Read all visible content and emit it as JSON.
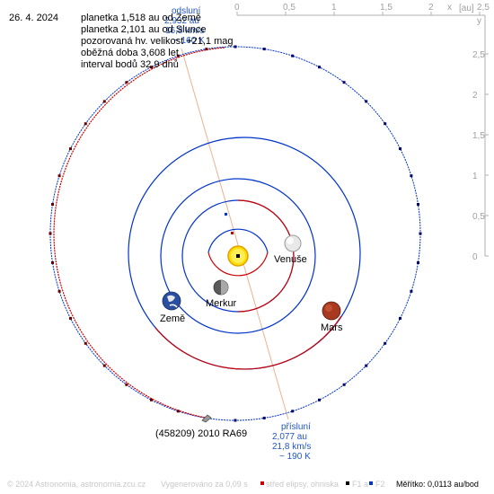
{
  "date": "26. 4. 2024",
  "info_lines": [
    "planetka 1,518 au od Země",
    "planetka 2,101 au od Slunce",
    "pozorovaná hv. velikost +21,1 mag",
    "oběžná doba 3,608 let",
    "interval bodů 32,9 dnů"
  ],
  "axis": {
    "corner_label": "[au]",
    "x_label": "x",
    "y_label": "y",
    "x_ticks": [
      "0",
      "0,5",
      "1",
      "1,5",
      "2",
      "2,5"
    ],
    "y_ticks": [
      "2,5",
      "2",
      "1,5",
      "1",
      "0,5",
      "0"
    ]
  },
  "aphelion": {
    "title": "odsluní",
    "distance": "2,932 au",
    "speed": "16,8 km/s",
    "temp": "~ 160 K"
  },
  "perihelion": {
    "title": "přísluní",
    "distance": "2,077 au",
    "speed": "21,8 km/s",
    "temp": "~ 190 K"
  },
  "bodies": {
    "venus": "Venuše",
    "mercury": "Merkur",
    "earth": "Země",
    "mars": "Mars",
    "asteroid": "(458209) 2010 RA69"
  },
  "colors": {
    "orbit_red": "#cc0000",
    "orbit_blue": "#0033cc",
    "apsis_line": "#f0b090",
    "label_blue": "#2255cc",
    "axis_gray": "#b0b0b0",
    "sun": "#ffdd00"
  },
  "footer": {
    "copyright": "© 2024 Astronomia, astronomia.zcu.cz",
    "generated": "Vygenerováno za 0,09 s",
    "legend_center": "střed elipsy, ohniska",
    "legend_f1": "F1 a",
    "legend_f2": "F2",
    "scale": "Měřítko: 0,0113 au/bod"
  }
}
